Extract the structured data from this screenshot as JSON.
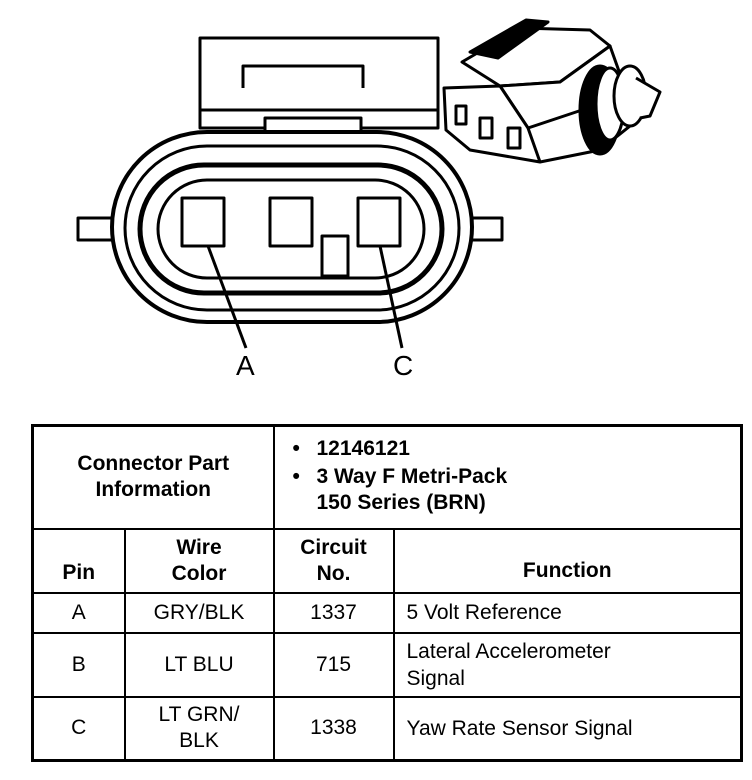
{
  "diagram": {
    "callouts": [
      {
        "letter": "A"
      },
      {
        "letter": "C"
      }
    ]
  },
  "table": {
    "part_info_label": [
      "Connector Part",
      "Information"
    ],
    "part_info_values": [
      {
        "lines": [
          "12146121"
        ]
      },
      {
        "lines": [
          "3 Way F Metri-Pack",
          "150 Series (BRN)"
        ]
      }
    ],
    "headers": {
      "pin": "Pin",
      "wire_color": [
        "Wire",
        "Color"
      ],
      "circuit_no": [
        "Circuit",
        "No."
      ],
      "function": "Function"
    },
    "rows": [
      {
        "pin": "A",
        "wire_color": [
          "GRY/BLK"
        ],
        "circuit": "1337",
        "function": [
          "5 Volt Reference"
        ]
      },
      {
        "pin": "B",
        "wire_color": [
          "LT BLU"
        ],
        "circuit": "715",
        "function": [
          "Lateral Accelerometer",
          "Signal"
        ]
      },
      {
        "pin": "C",
        "wire_color": [
          "LT GRN/",
          "BLK"
        ],
        "circuit": "1338",
        "function": [
          "Yaw Rate Sensor Signal"
        ]
      }
    ]
  }
}
